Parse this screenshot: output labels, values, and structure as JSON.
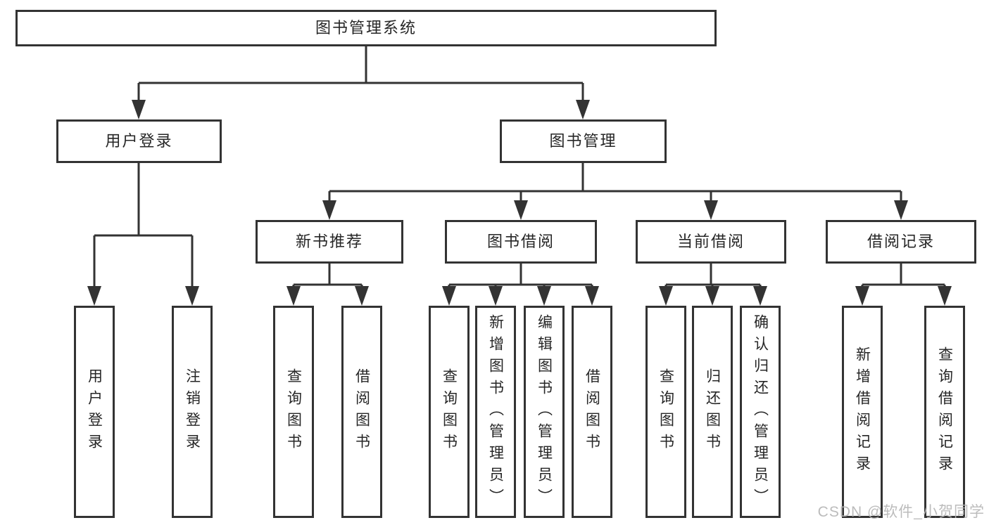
{
  "colors": {
    "line": "#333333",
    "box_border": "#333333",
    "text": "#262626",
    "background": "#ffffff",
    "watermark": "#b5b5b5"
  },
  "root": {
    "label": "图书管理系统"
  },
  "branches": [
    {
      "label": "用户登录",
      "leaves": [
        {
          "label": "用户登录"
        },
        {
          "label": "注销登录"
        }
      ]
    },
    {
      "label": "图书管理",
      "groups": [
        {
          "label": "新书推荐",
          "leaves": [
            {
              "label": "查询图书"
            },
            {
              "label": "借阅图书"
            }
          ]
        },
        {
          "label": "图书借阅",
          "leaves": [
            {
              "label": "查询图书"
            },
            {
              "label": "新增图书（管理员）"
            },
            {
              "label": "编辑图书（管理员）"
            },
            {
              "label": "借阅图书"
            }
          ]
        },
        {
          "label": "当前借阅",
          "leaves": [
            {
              "label": "查询图书"
            },
            {
              "label": "归还图书"
            },
            {
              "label": "确认归还（管理员）"
            }
          ]
        },
        {
          "label": "借阅记录",
          "leaves": [
            {
              "label": "新增借阅记录"
            },
            {
              "label": "查询借阅记录"
            }
          ]
        }
      ]
    }
  ],
  "watermark": {
    "text": "CSDN @软件_小贺同学"
  }
}
